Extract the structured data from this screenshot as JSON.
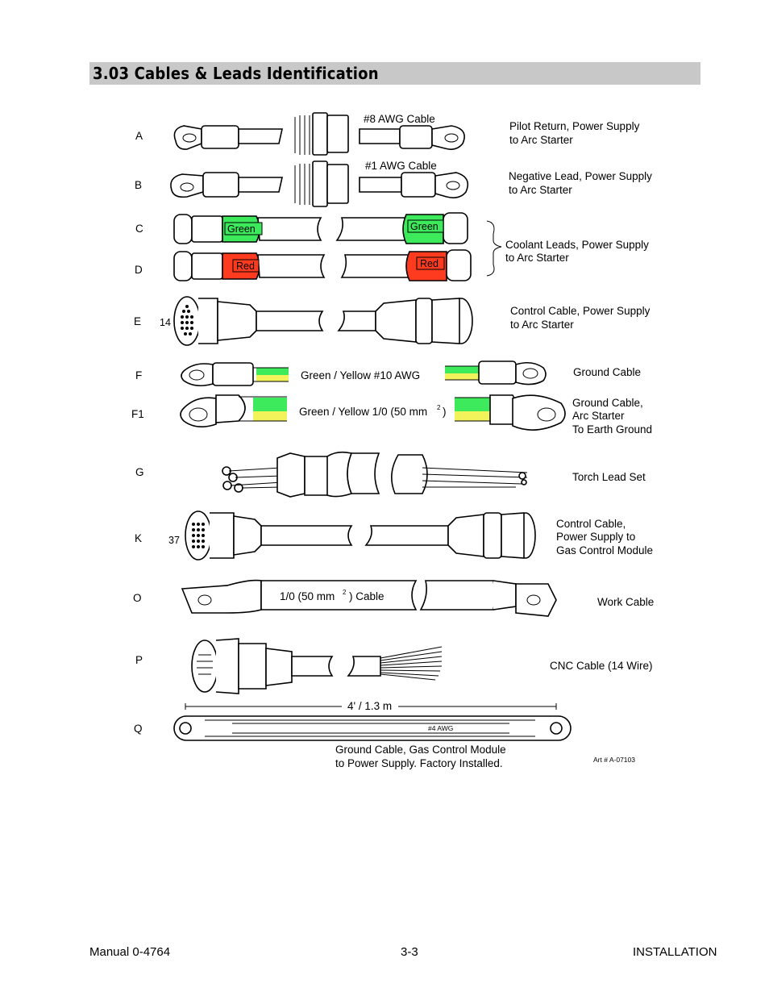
{
  "section": {
    "title": "3.03   Cables & Leads Identification"
  },
  "rows": [
    {
      "letter": "A",
      "cable_text": "#8 AWG Cable",
      "description": [
        "Pilot Return, Power Supply",
        "to Arc Starter"
      ]
    },
    {
      "letter": "B",
      "cable_text": "#1 AWG Cable",
      "description": [
        "Negative Lead, Power Supply",
        "to Arc Starter"
      ]
    },
    {
      "letter": "C",
      "tag_left": "Green",
      "tag_right": "Green"
    },
    {
      "letter": "D",
      "tag_left": "Red",
      "tag_right": "Red",
      "description": [
        "Coolant Leads, Power Supply",
        "to Arc Starter"
      ]
    },
    {
      "letter": "E",
      "pin_count": "14",
      "description": [
        "Control Cable, Power Supply",
        "to Arc Starter"
      ]
    },
    {
      "letter": "F",
      "cable_text": "Green / Yellow  #10 AWG",
      "description": [
        "Ground Cable"
      ]
    },
    {
      "letter": "F1",
      "cable_text": "Green / Yellow  1/0 (50 mm",
      "cable_sup": "2",
      "cable_text_end": ")",
      "description": [
        "Ground Cable,",
        "Arc Starter",
        "To Earth Ground"
      ]
    },
    {
      "letter": "G",
      "description": [
        "Torch Lead Set"
      ]
    },
    {
      "letter": "K",
      "pin_count": "37",
      "description": [
        "Control Cable,",
        "Power Supply to",
        "Gas Control Module"
      ]
    },
    {
      "letter": "O",
      "cable_text": "1/0  (50 mm",
      "cable_sup": "2",
      "cable_text_end": ") Cable",
      "description": [
        "Work Cable"
      ]
    },
    {
      "letter": "P",
      "description": [
        "CNC Cable  (14 Wire)"
      ]
    },
    {
      "letter": "Q",
      "length": "4' / 1.3 m",
      "cable_text": "#4 AWG",
      "description": [
        "Ground Cable, Gas Control Module",
        "to Power Supply.  Factory Installed."
      ]
    }
  ],
  "art_number": "Art # A-07103",
  "colors": {
    "green": "#3dea5c",
    "red": "#ff3b1f",
    "yellow": "#f2f25a",
    "section_bar": "#c8c8c8"
  },
  "footer": {
    "left": "Manual 0-4764",
    "center": "3-3",
    "right": "INSTALLATION"
  }
}
